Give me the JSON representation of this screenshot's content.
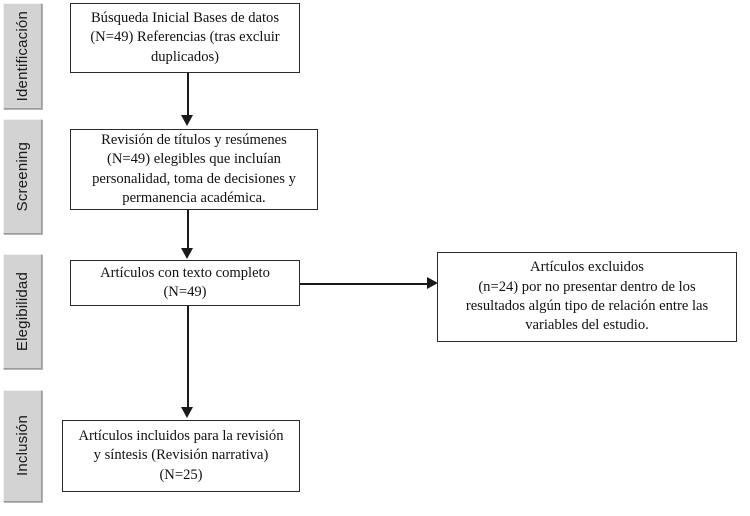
{
  "diagram": {
    "type": "prisma-flow-diagram",
    "language": "es",
    "background_color": "#ffffff",
    "box_border_color": "#2b2b2b",
    "stage_fill_color": "#d3d3d3",
    "connector_color": "#1a1a1a"
  },
  "stages": [
    {
      "id": "identificacion",
      "label": "Identificación"
    },
    {
      "id": "screening",
      "label": "Screening"
    },
    {
      "id": "elegibilidad",
      "label": "Elegibilidad"
    },
    {
      "id": "inclusion",
      "label": "Inclusión"
    }
  ],
  "nodes": {
    "identification": {
      "id": "busqueda-inicial",
      "text": "Búsqueda Inicial Bases de datos\n(N=49) Referencias (tras excluir\nduplicados)",
      "count_label": "N=49"
    },
    "screening": {
      "id": "revision-titulos",
      "text": "Revisión de títulos y resúmenes\n(N=49) elegibles que incluían\npersonalidad, toma de decisiones y\npermanencia académica.",
      "count_label": "N=49"
    },
    "eligibility": {
      "id": "texto-completo",
      "text": "Artículos con texto completo\n(N=49)",
      "count_label": "N=49"
    },
    "excluded": {
      "id": "articulos-excluidos",
      "text": "Artículos excluidos\n(n=24) por no presentar dentro de los\nresultados algún tipo de relación entre las\nvariables del estudio.",
      "count_label": "n=24"
    },
    "included": {
      "id": "articulos-incluidos",
      "text": "Artículos incluidos para la revisión\ny síntesis (Revisión narrativa)\n(N=25)",
      "count_label": "N=25"
    }
  },
  "connectors": [
    {
      "id": "identification-to-screening",
      "direction": "down"
    },
    {
      "id": "screening-to-eligibility",
      "direction": "down"
    },
    {
      "id": "eligibility-to-excluded",
      "direction": "right"
    },
    {
      "id": "eligibility-to-included",
      "direction": "down"
    }
  ]
}
